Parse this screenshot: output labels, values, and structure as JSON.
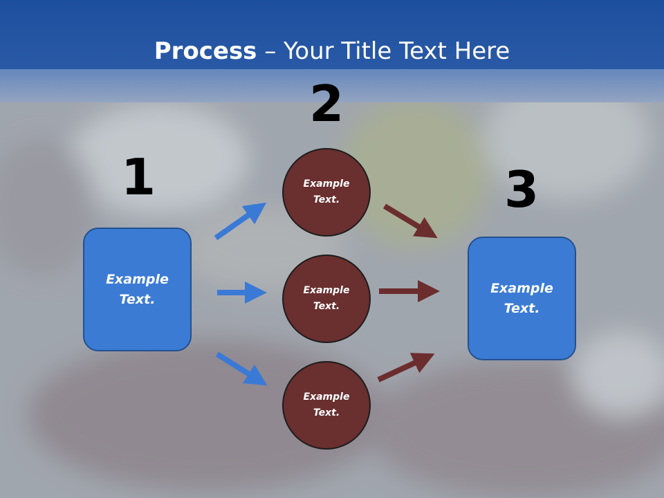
{
  "title": {
    "bold": "Process",
    "rest": " – Your Title Text Here"
  },
  "steps": {
    "n1": "1",
    "n2": "2",
    "n3": "3"
  },
  "box_left": "Example Text.",
  "box_right": "Example Text.",
  "circles": [
    "Example Text.",
    "Example Text.",
    "Example Text."
  ],
  "colors": {
    "header": "#1f4f9c",
    "box": "#3b7bd4",
    "circle": "#6a2f2f",
    "arrow_blue": "#3a7ad6",
    "arrow_brown": "#6b2d2d"
  }
}
